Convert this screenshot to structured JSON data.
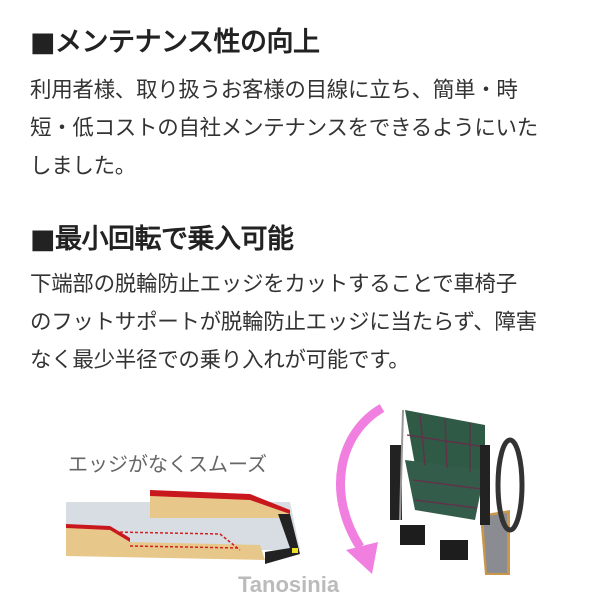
{
  "sections": [
    {
      "heading": "■メンテナンス性の向上",
      "body_lines": [
        "利用者様、取り扱うお客様の目線に立ち、簡単・時",
        "短・低コストの自社メンテナンスをできるようにいた",
        "しました。"
      ]
    },
    {
      "heading": "■最小回転で乗入可能",
      "body_lines": [
        "下端部の脱輪防止エッジをカットすることで車椅子",
        "のフットサポートが脱輪防止エッジに当たらず、障害",
        "なく最少半径での乗り入れが可能です。"
      ]
    }
  ],
  "illustration": {
    "caption": "エッジがなくスムーズ",
    "watermark": "Tanosinia",
    "colors": {
      "edge": "#c8181e",
      "ramp": "#e8c88a",
      "arrow": "#f07fe0"
    }
  }
}
